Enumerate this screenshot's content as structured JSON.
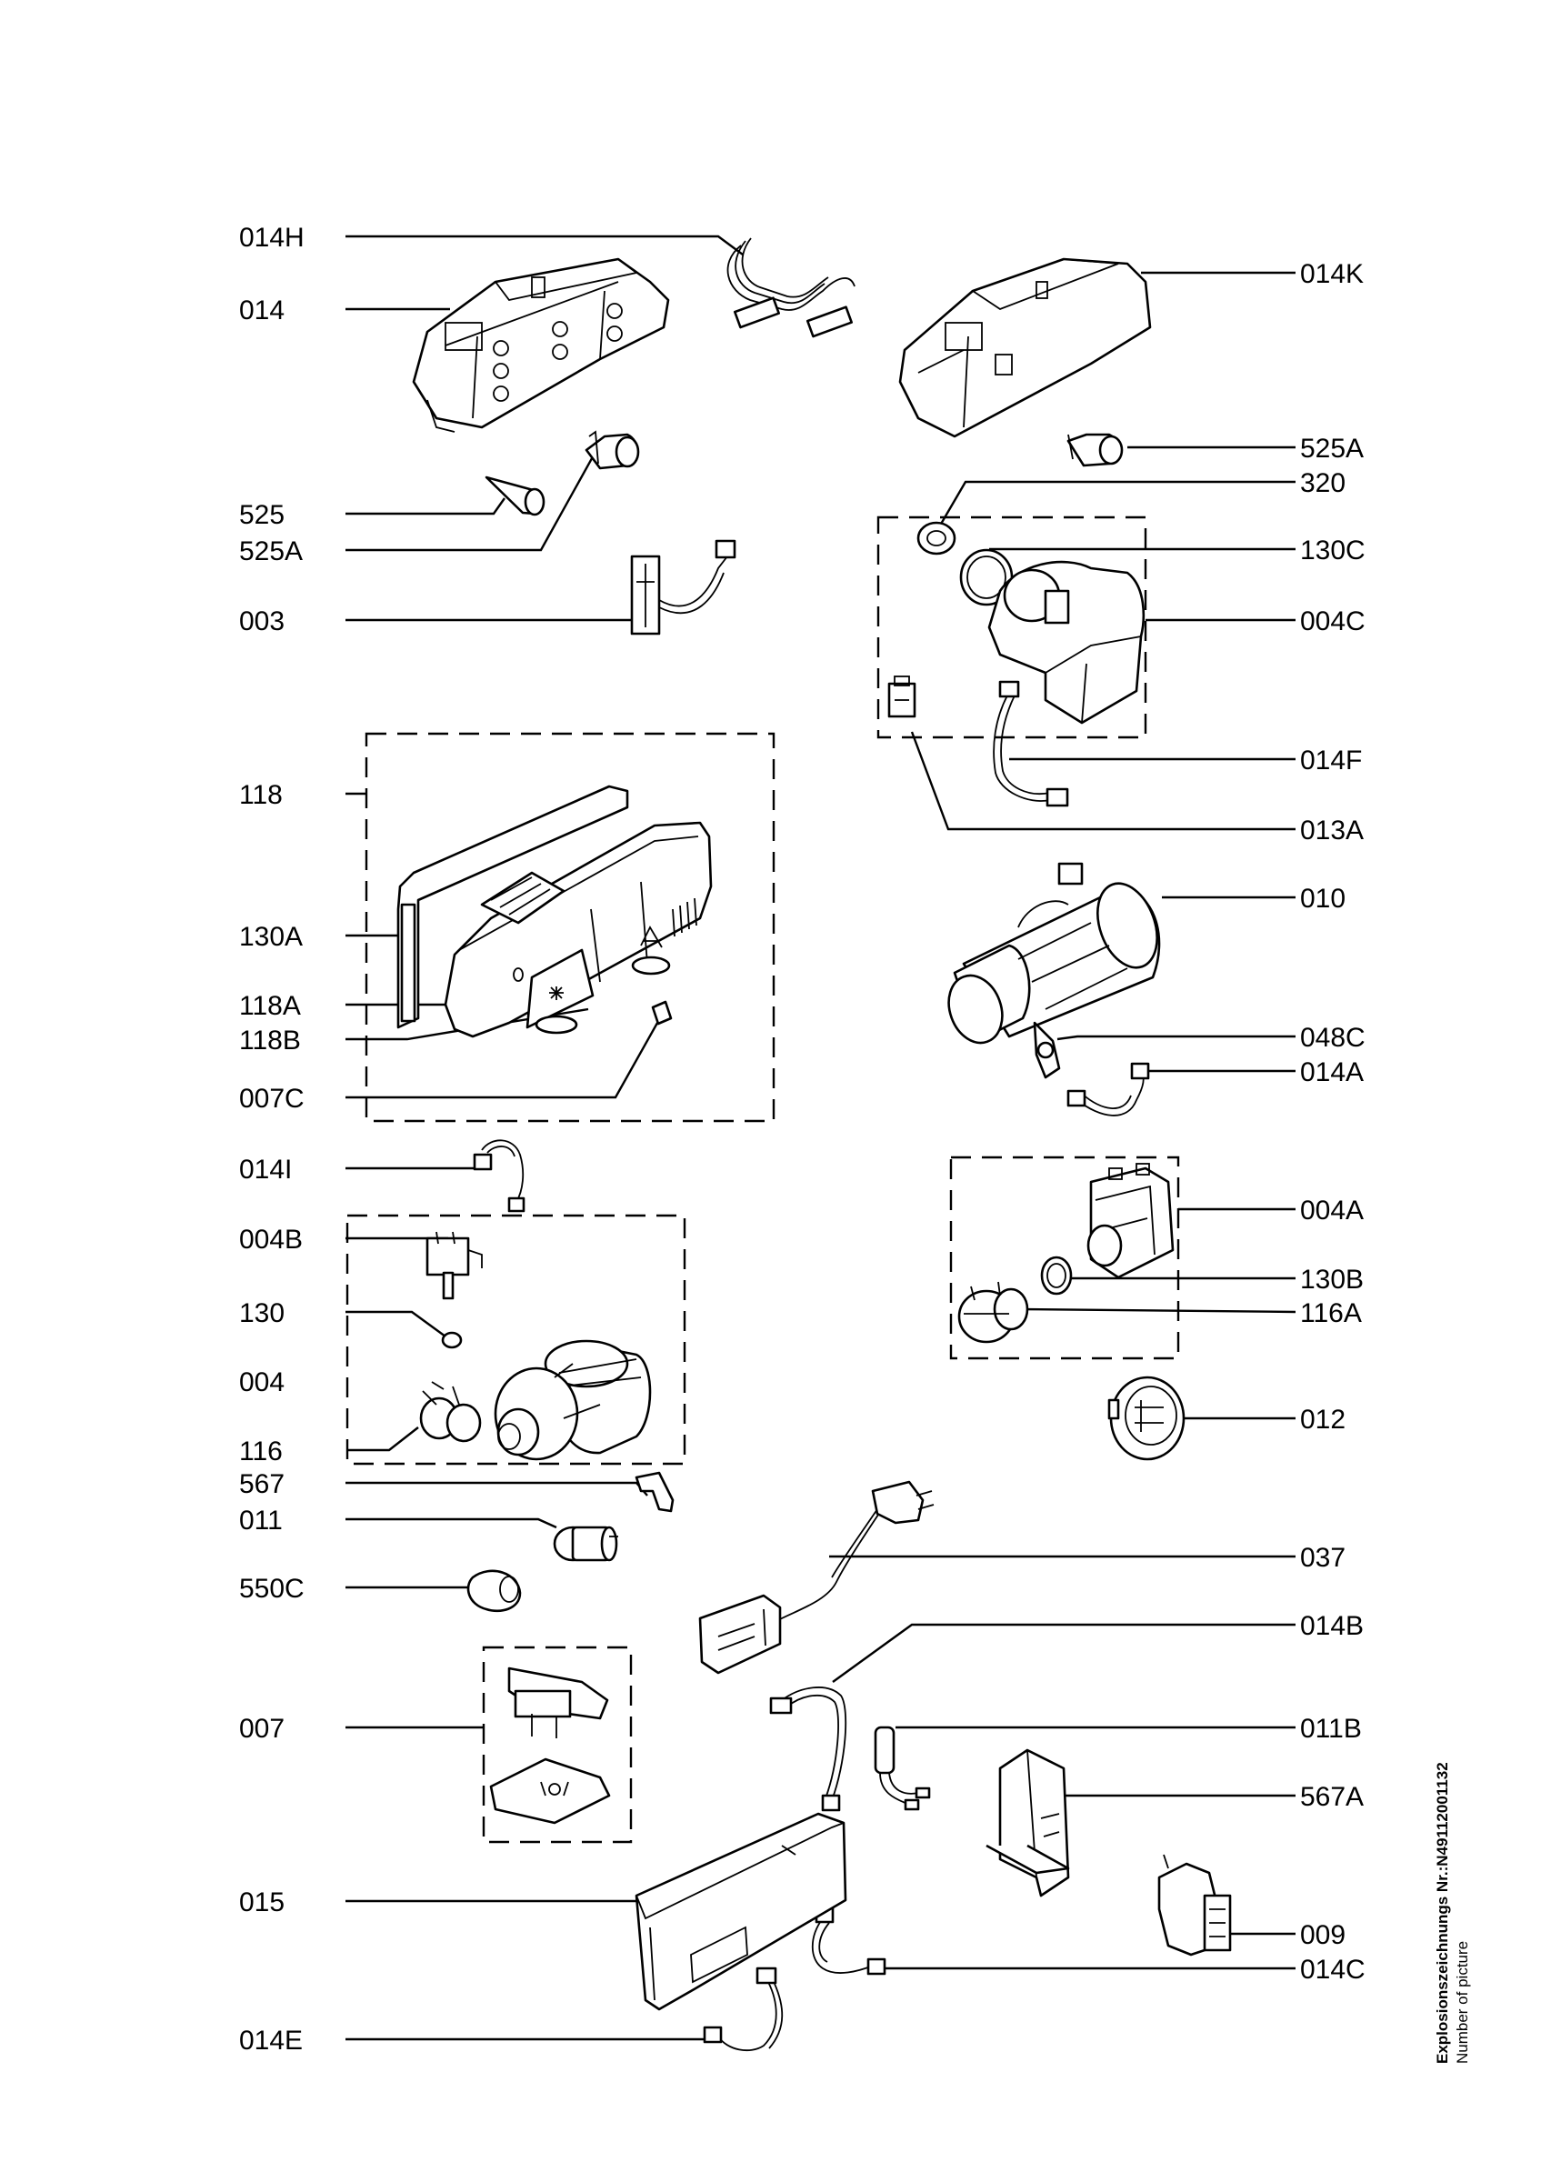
{
  "labels": {
    "014H": "014H",
    "014": "014",
    "525": "525",
    "525A_left": "525A",
    "003": "003",
    "118": "118",
    "130A": "130A",
    "118A": "118A",
    "118B": "118B",
    "007C": "007C",
    "014I": "014I",
    "004B": "004B",
    "130": "130",
    "004": "004",
    "116": "116",
    "567": "567",
    "011": "011",
    "550C": "550C",
    "007": "007",
    "015": "015",
    "014E": "014E",
    "014K": "014K",
    "525A_right": "525A",
    "320": "320",
    "130C": "130C",
    "004C": "004C",
    "014F": "014F",
    "013A": "013A",
    "010": "010",
    "048C": "048C",
    "014A": "014A",
    "004A": "004A",
    "130B": "130B",
    "116A": "116A",
    "012": "012",
    "037": "037",
    "014B": "014B",
    "011B": "011B",
    "567A": "567A",
    "009": "009",
    "014C": "014C"
  },
  "side_note": {
    "line1": "Explosionszeichnungs Nr.:N49112001132",
    "line2": "Number of picture"
  }
}
